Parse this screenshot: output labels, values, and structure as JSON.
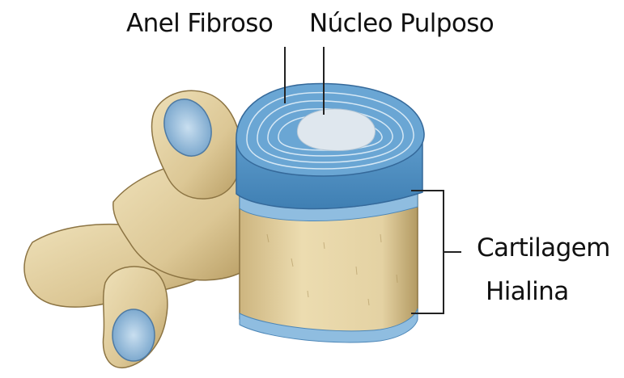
{
  "labels": {
    "anel_fibroso": "Anel Fibroso",
    "nucleo_pulposo": "Núcleo Pulposo",
    "cartilagem_line1": "Cartilagem",
    "cartilagem_line2": "Hialina"
  },
  "colors": {
    "bone": "#e4d2a3",
    "bone_shadow": "#b69c63",
    "disc_blue": "#6aa6d4",
    "disc_light": "#a9cdea",
    "nucleus": "#dfe7ee",
    "cartilage": "#8fbde0",
    "leader_lines": "#222222"
  }
}
